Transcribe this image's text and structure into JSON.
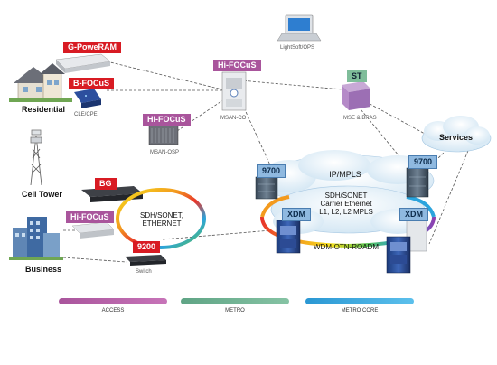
{
  "colors": {
    "tag_red": "#d81b23",
    "tag_purple": "#a9559c",
    "tag_green": "#7fbd9a",
    "tag_blue": "#8fb9e0",
    "access": "#a9559c",
    "metro": "#6fae92",
    "metro_core": "#3fa6dc"
  },
  "tags": {
    "g_poweram": "G-PoweRAM",
    "b_focus": "B-FOCuS",
    "hi_focus_osp": "Hi-FOCuS",
    "hi_focus_co": "Hi-FOCuS",
    "hi_focus_business": "Hi-FOCuS",
    "bg": "BG",
    "st": "ST",
    "n9700_left": "9700",
    "n9700_right": "9700",
    "n9200": "9200",
    "xdm_left": "XDM",
    "xdm_right": "XDM"
  },
  "captions": {
    "lightsoft": "LightSoft/OPS",
    "cle_cpe": "CLE/CPE",
    "msan_osp": "MSAN-OSP",
    "msan_co": "MSAN-CO",
    "mse_bras": "MSE & BRAS",
    "switch": "Switch"
  },
  "sites": {
    "residential": "Residential",
    "cell_tower": "Cell Tower",
    "business": "Business",
    "services": "Services"
  },
  "rings": {
    "sdh_ethernet": [
      "SDH/SONET,",
      "ETHERNET"
    ],
    "ip_mpls": "IP/MPLS",
    "carrier": [
      "SDH/SONET",
      "Carrier Ethernet",
      "L1, L2, L2 MPLS"
    ],
    "wdm": "WDM-OTN-ROADM"
  },
  "legend": {
    "access": "ACCESS",
    "metro": "METRO",
    "metro_core": "METRO CORE"
  },
  "icons": [
    "laptop-icon",
    "house-icon",
    "modem-icon",
    "cell-tower-icon",
    "building-icon",
    "rack-icon",
    "cloud-icon"
  ]
}
